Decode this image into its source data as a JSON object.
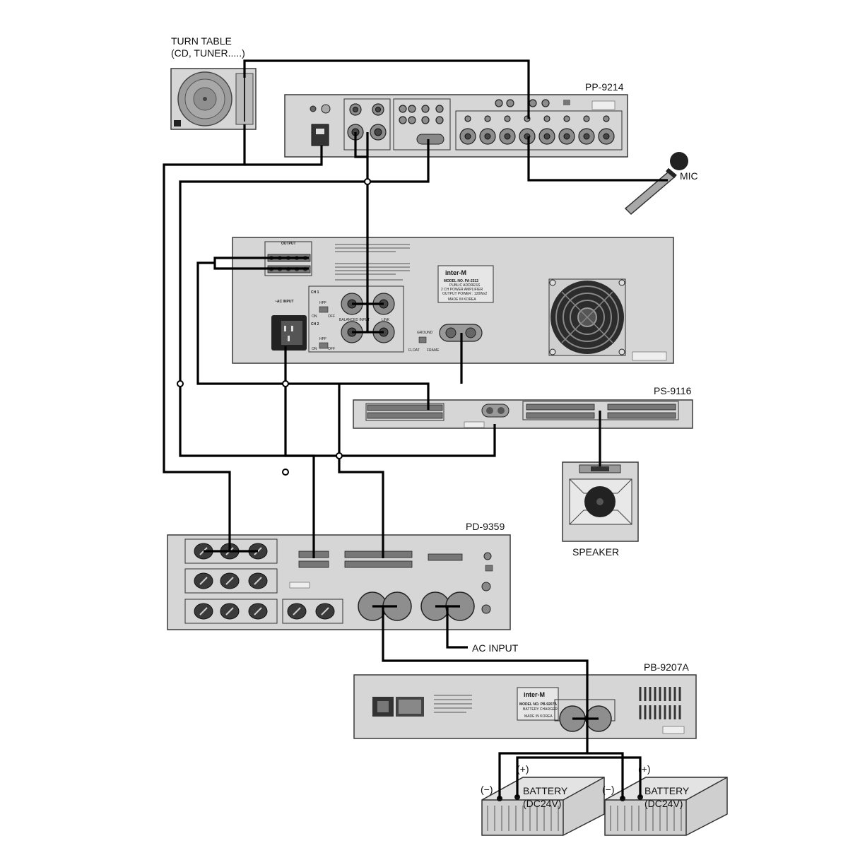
{
  "devices": {
    "turntable": {
      "label_line1": "TURN TABLE",
      "label_line2": "(CD, TUNER.....)"
    },
    "mixer": {
      "model": "PP-9214"
    },
    "mic": {
      "label": "MIC"
    },
    "amplifier": {
      "brand": "inter-M",
      "model_line": "MODEL NO. PA-2312",
      "desc_line1": "PUBLIC ADDRESS",
      "desc_line2": "2 CH POWER AMPLIFIER",
      "output_line": "OUTPUT POWER : 120Wx2",
      "made_in": "MADE IN KOREA",
      "output_label": "OUTPUT",
      "ac_input_label": "~AC INPUT",
      "ch1_label": "CH 1",
      "ch2_label": "CH 2",
      "balanced_input_label": "BALANCED INPUT",
      "link_label": "LINK",
      "hpf_label": "HPF",
      "ground_label": "GROUND",
      "float_label": "FLOAT",
      "frame_label": "FRAME",
      "on_label": "ON",
      "off_label": "OFF"
    },
    "selector": {
      "model": "PS-9116"
    },
    "speaker": {
      "label": "SPEAKER"
    },
    "power_distributor": {
      "model": "PD-9359"
    },
    "charger": {
      "model": "PB-9207A",
      "brand": "inter-M",
      "model_line": "MODEL NO. PB-9207A",
      "desc_line": "BATTERY CHARGER",
      "made_in": "MADE IN KOREA"
    },
    "ac_input": {
      "label": "AC INPUT"
    },
    "batteries": [
      {
        "label_line1": "BATTERY",
        "label_line2": "(DC24V)",
        "minus": "(−)",
        "plus": "(+)"
      },
      {
        "label_line1": "BATTERY",
        "label_line2": "(DC24V)",
        "minus": "(−)",
        "plus": "(+)"
      }
    ]
  },
  "colors": {
    "device_fill": "#d6d6d6",
    "wire": "#000000",
    "outline": "#3a3a3a"
  }
}
